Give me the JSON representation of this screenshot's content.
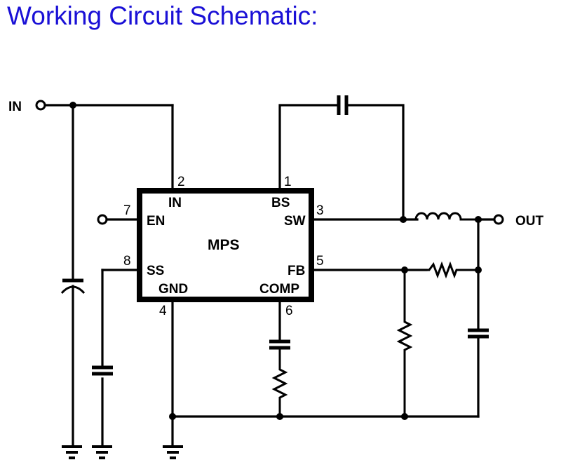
{
  "title": "Working Circuit Schematic:",
  "terminals": {
    "input": "IN",
    "output": "OUT"
  },
  "chip": {
    "name": "MPS",
    "pins": [
      {
        "number": "1",
        "label": "BS"
      },
      {
        "number": "2",
        "label": "IN"
      },
      {
        "number": "3",
        "label": "SW"
      },
      {
        "number": "4",
        "label": "GND"
      },
      {
        "number": "5",
        "label": "FB"
      },
      {
        "number": "6",
        "label": "COMP"
      },
      {
        "number": "7",
        "label": "EN"
      },
      {
        "number": "8",
        "label": "SS"
      }
    ]
  },
  "components": [
    {
      "type": "electrolytic-capacitor",
      "role": "input capacitor"
    },
    {
      "type": "capacitor",
      "role": "soft-start capacitor"
    },
    {
      "type": "capacitor",
      "role": "bootstrap capacitor"
    },
    {
      "type": "inductor",
      "role": "output inductor"
    },
    {
      "type": "capacitor",
      "role": "output capacitor"
    },
    {
      "type": "resistor",
      "role": "feedback top resistor"
    },
    {
      "type": "resistor",
      "role": "feedback bottom resistor"
    },
    {
      "type": "capacitor",
      "role": "compensation capacitor"
    },
    {
      "type": "resistor",
      "role": "compensation resistor"
    },
    {
      "type": "ground",
      "count": 3
    }
  ]
}
